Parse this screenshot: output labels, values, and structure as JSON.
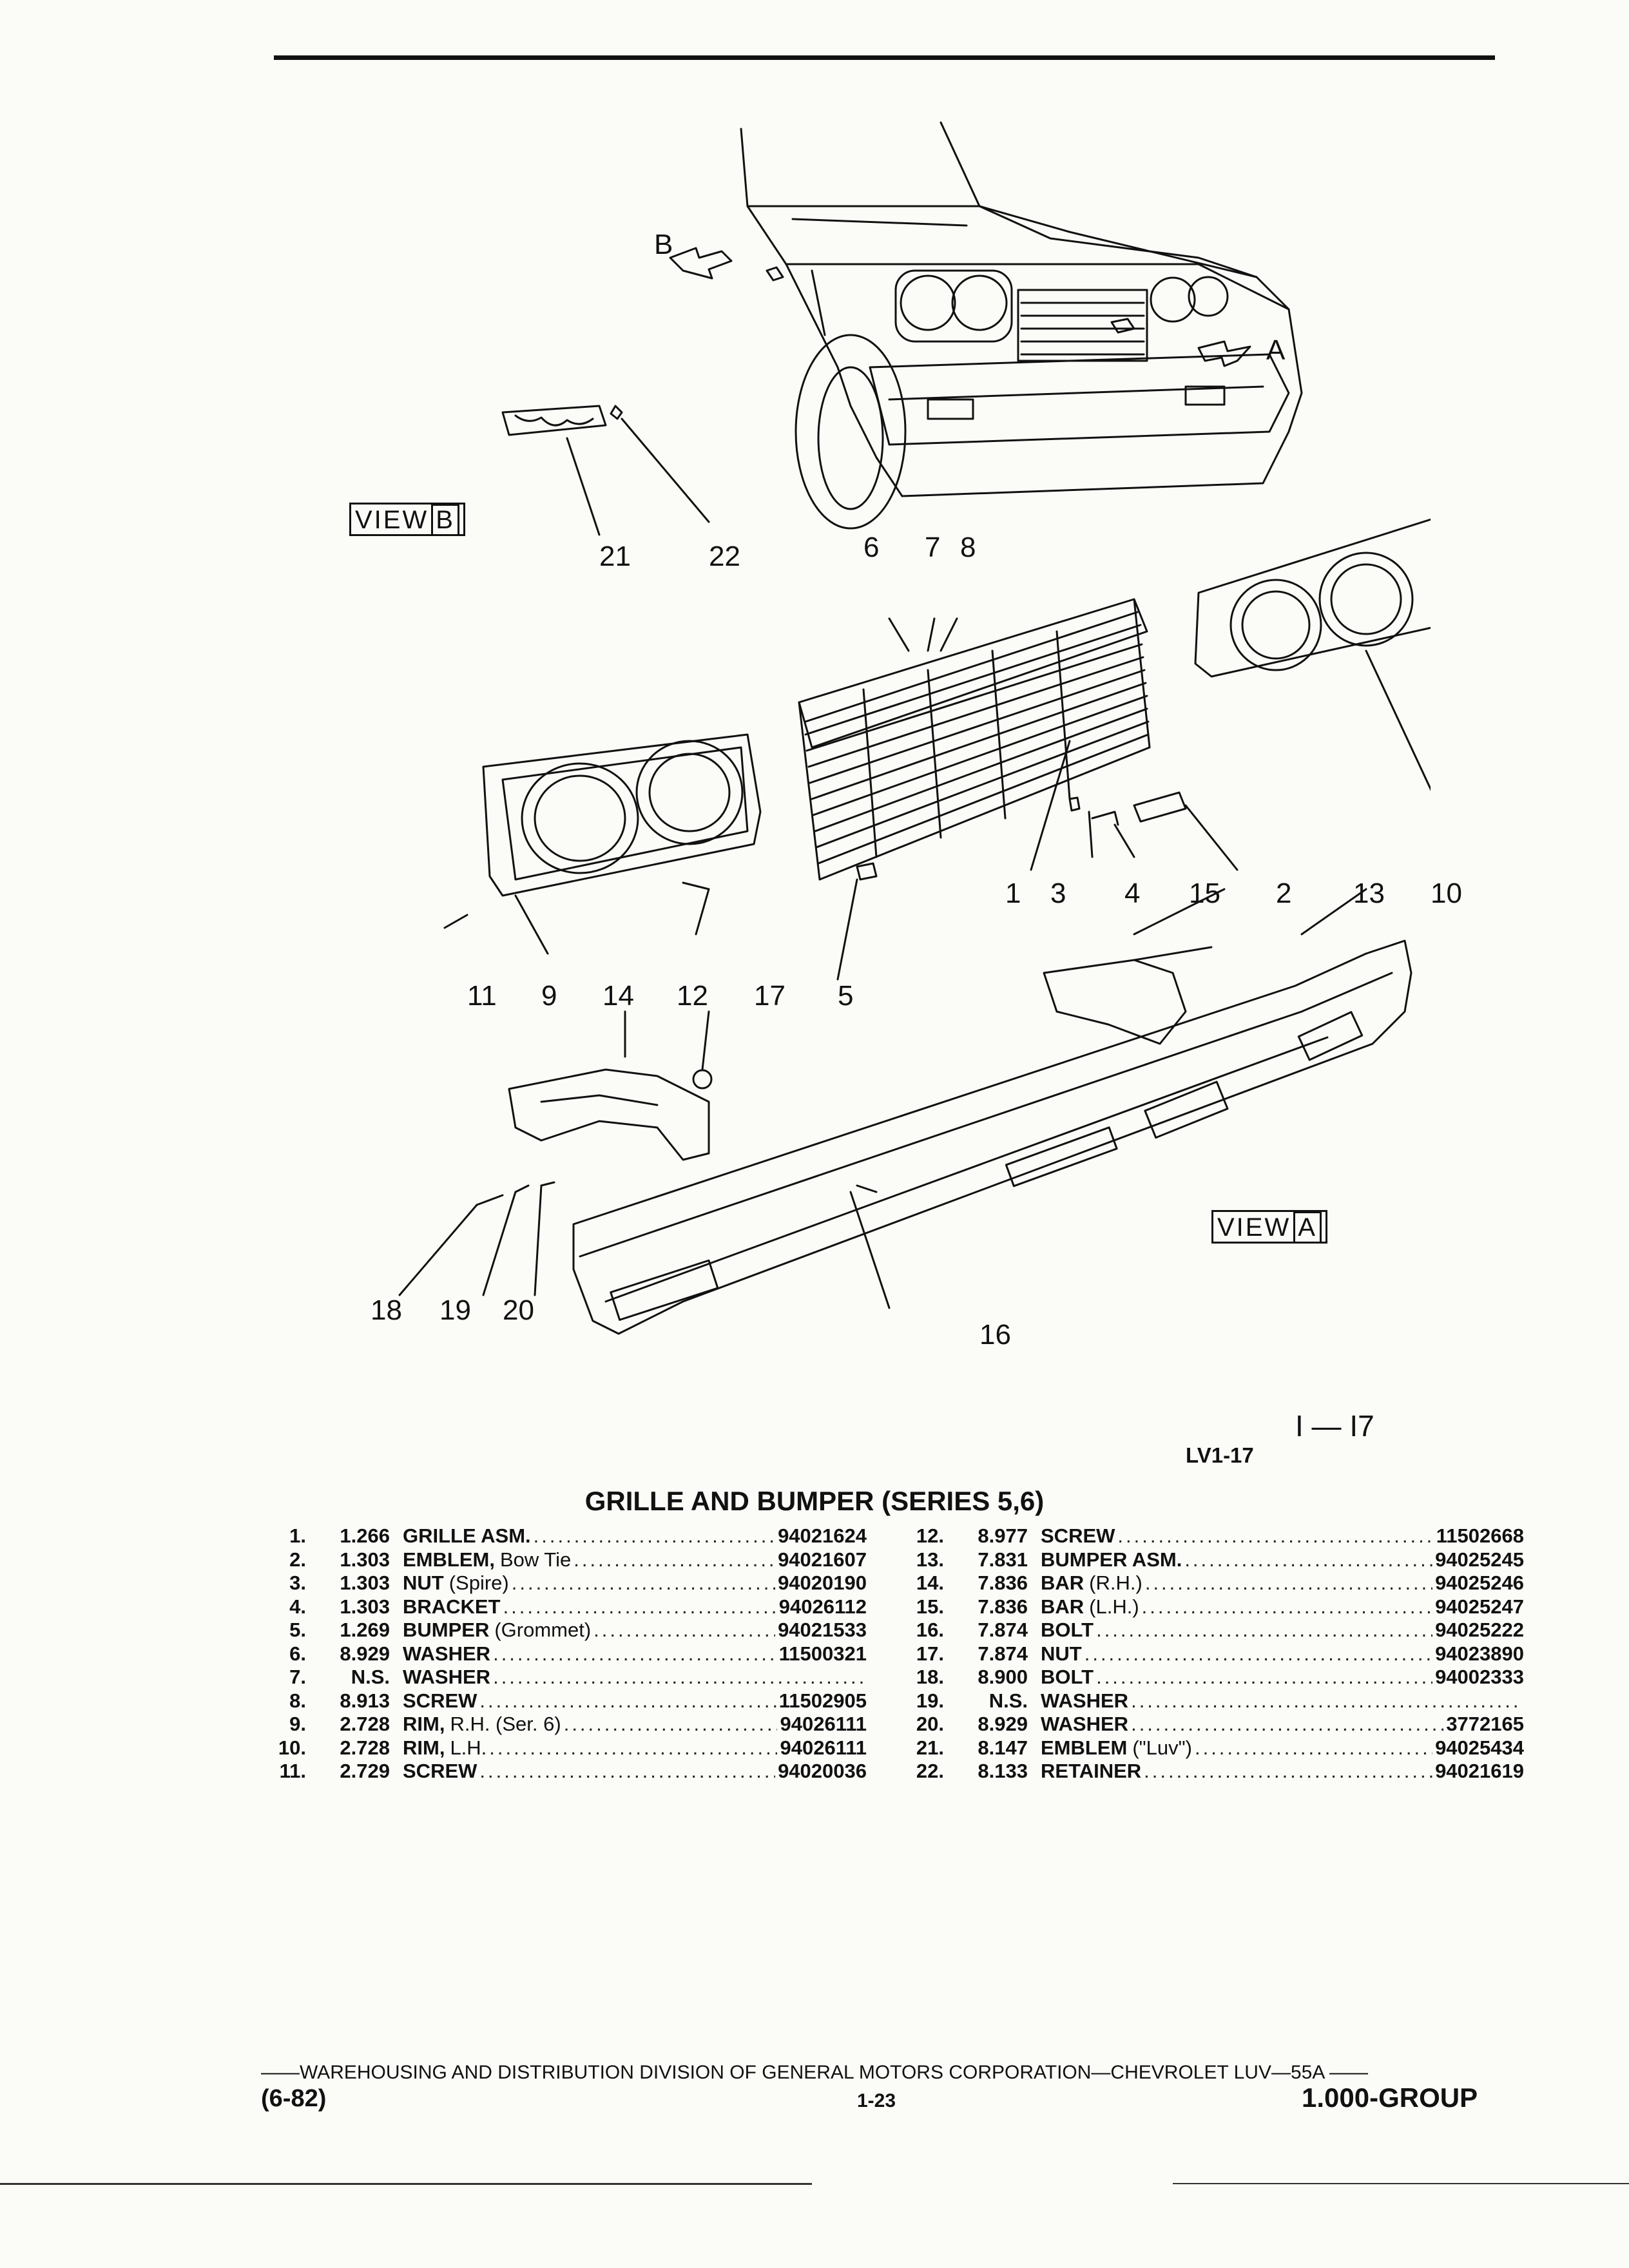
{
  "illustration": {
    "callouts": {
      "c1": "1",
      "c2": "2",
      "c3": "3",
      "c4": "4",
      "c5": "5",
      "c6": "6",
      "c7": "7",
      "c8": "8",
      "c9": "9",
      "c10": "10",
      "c11": "11",
      "c12": "12",
      "c13": "13",
      "c14": "14",
      "c15": "15",
      "c16": "16",
      "c17": "17",
      "c18": "18",
      "c19": "19",
      "c20": "20",
      "c21": "21",
      "c22": "22",
      "a": "A",
      "b": "B"
    },
    "view_a": {
      "word": "VIEW",
      "letter": "A"
    },
    "view_b": {
      "word": "VIEW",
      "letter": "B"
    }
  },
  "figure": {
    "number": "I — I7",
    "code": "LV1-17"
  },
  "title": "GRILLE AND BUMPER (SERIES 5,6)",
  "parts_left": [
    {
      "num": "1.",
      "ref": "1.266",
      "name": "GRILLE ASM.",
      "qualifier": "",
      "part_no": "94021624"
    },
    {
      "num": "2.",
      "ref": "1.303",
      "name": "EMBLEM,",
      "qualifier": "Bow Tie",
      "part_no": "94021607"
    },
    {
      "num": "3.",
      "ref": "1.303",
      "name": "NUT",
      "qualifier": "(Spire)",
      "part_no": "94020190"
    },
    {
      "num": "4.",
      "ref": "1.303",
      "name": "BRACKET",
      "qualifier": "",
      "part_no": "94026112"
    },
    {
      "num": "5.",
      "ref": "1.269",
      "name": "BUMPER",
      "qualifier": "(Grommet)",
      "part_no": "94021533"
    },
    {
      "num": "6.",
      "ref": "8.929",
      "name": "WASHER",
      "qualifier": "",
      "part_no": "11500321"
    },
    {
      "num": "7.",
      "ref": "N.S.",
      "name": "WASHER",
      "qualifier": "",
      "part_no": ""
    },
    {
      "num": "8.",
      "ref": "8.913",
      "name": "SCREW",
      "qualifier": "",
      "part_no": "11502905"
    },
    {
      "num": "9.",
      "ref": "2.728",
      "name": "RIM,",
      "qualifier": "R.H. (Ser. 6)",
      "part_no": "94026111"
    },
    {
      "num": "10.",
      "ref": "2.728",
      "name": "RIM,",
      "qualifier": "L.H.",
      "part_no": "94026111"
    },
    {
      "num": "11.",
      "ref": "2.729",
      "name": "SCREW",
      "qualifier": "",
      "part_no": "94020036"
    }
  ],
  "parts_right": [
    {
      "num": "12.",
      "ref": "8.977",
      "name": "SCREW",
      "qualifier": "",
      "part_no": "11502668"
    },
    {
      "num": "13.",
      "ref": "7.831",
      "name": "BUMPER ASM.",
      "qualifier": "",
      "part_no": "94025245"
    },
    {
      "num": "14.",
      "ref": "7.836",
      "name": "BAR",
      "qualifier": "(R.H.)",
      "part_no": "94025246"
    },
    {
      "num": "15.",
      "ref": "7.836",
      "name": "BAR",
      "qualifier": "(L.H.)",
      "part_no": "94025247"
    },
    {
      "num": "16.",
      "ref": "7.874",
      "name": "BOLT",
      "qualifier": "",
      "part_no": "94025222"
    },
    {
      "num": "17.",
      "ref": "7.874",
      "name": "NUT",
      "qualifier": "",
      "part_no": "94023890"
    },
    {
      "num": "18.",
      "ref": "8.900",
      "name": "BOLT",
      "qualifier": "",
      "part_no": "94002333"
    },
    {
      "num": "19.",
      "ref": "N.S.",
      "name": "WASHER",
      "qualifier": "",
      "part_no": ""
    },
    {
      "num": "20.",
      "ref": "8.929",
      "name": "WASHER",
      "qualifier": "",
      "part_no": "3772165"
    },
    {
      "num": "21.",
      "ref": "8.147",
      "name": "EMBLEM",
      "qualifier": "(\"Luv\")",
      "part_no": "94025434"
    },
    {
      "num": "22.",
      "ref": "8.133",
      "name": "RETAINER",
      "qualifier": "",
      "part_no": "94021619"
    }
  ],
  "footer": {
    "line": "——WAREHOUSING AND DISTRIBUTION DIVISION OF GENERAL MOTORS CORPORATION—CHEVROLET LUV—55A ——",
    "date": "(6-82)",
    "page": "1-23",
    "group": "1.000-GROUP"
  }
}
